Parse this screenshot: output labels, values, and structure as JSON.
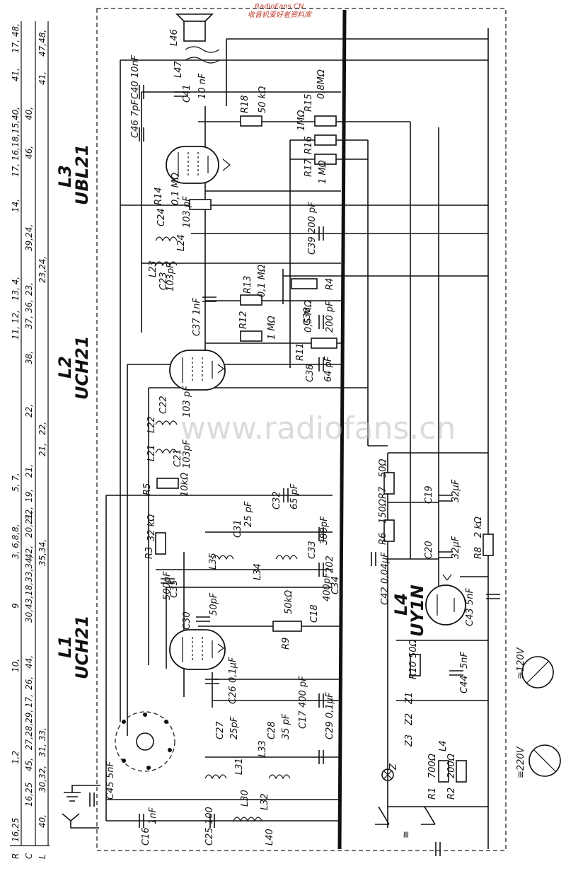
{
  "header": {
    "source_mark_top": "RadioFans.CN",
    "source_mark_sub": "收音机爱好者资料库"
  },
  "watermark": "www.radiofans.cn",
  "tubes": [
    {
      "ref": "L1",
      "type": "UCH21"
    },
    {
      "ref": "L2",
      "type": "UCH21"
    },
    {
      "ref": "L3",
      "type": "UBL21"
    },
    {
      "ref": "L4",
      "type": "UY1N"
    }
  ],
  "row_labels": {
    "r": "R",
    "c": "C",
    "l": "L"
  },
  "row_numbers": {
    "r": [
      "16,25",
      "1,2",
      "10,",
      "9",
      "3, 6,8,8,",
      "5, 7,",
      "11, 12,",
      "13, 4,",
      "14,",
      "17, 16,18,15,",
      "40,",
      "41,",
      "17, 48,"
    ],
    "c": [
      "16,25",
      "45,",
      "27,28,29,",
      "17,",
      "26,",
      "44,",
      "30,43,18,33,34,",
      "42,",
      "20,21,",
      "32,",
      "19,",
      "21,",
      "22,",
      "38,",
      "37, 36,",
      "23,",
      "39,24,",
      "46,",
      "40,"
    ],
    "l": [
      "40,",
      "30,32,",
      "31, 33,",
      "35,34,",
      "21,",
      "22,",
      "23,24,",
      "41,",
      "47,48,"
    ]
  },
  "components": {
    "c16": "C16",
    "c16_val": "1nF",
    "c25": "C25",
    "c25_val": "100",
    "c45": "C45",
    "c45_val": "5nF",
    "l40": "L40",
    "l30": "L30",
    "l32": "L32",
    "l31": "L31",
    "l33": "L33",
    "c27": "C27",
    "c27_val": "25pF",
    "c28": "C28",
    "c28_val": "35 pF",
    "c29": "C29",
    "c29_val": "0,1μF",
    "c17": "C17",
    "c17_val": "400 pF",
    "c26": "C26",
    "c26_val": "0,1μF",
    "r9": "R9",
    "r9_val": "50kΩ",
    "c30": "C30",
    "c30_val": "50pF",
    "c35": "C35",
    "c35_val": "500pF",
    "c18": "C18",
    "c18_val": "400pF",
    "c34": "C34",
    "c34_val": "202",
    "c33": "C33",
    "c33_val": "388pF",
    "c31": "C31",
    "c31_val": "25 pF",
    "c32": "C32",
    "c32_val": "65 pF",
    "l35": "L35",
    "l34": "L34",
    "r3": "R3",
    "r3_val": "32 kΩ",
    "r5": "R5",
    "r5_val": "10kΩ",
    "c21": "C21",
    "c21_val": "103pF",
    "l21": "L21",
    "l22": "L22",
    "c22": "C22",
    "c22_val": "103 pF",
    "c38": "C38",
    "c38_val": "64 pF",
    "r11": "R11",
    "r11_val": "0,5 MΩ",
    "r12": "R12",
    "r12_val": "1 MΩ",
    "c37": "C37",
    "c37_val": "1nF",
    "r13": "R13",
    "r13_val": "0,1 MΩ",
    "c36": "C36",
    "c36_val": "200 pF",
    "r4": "R4",
    "c23": "C23",
    "c23_val": "103pF",
    "l23": "L23",
    "l24": "L24",
    "c24": "C24",
    "c24_val": "103 pF",
    "c39": "C39",
    "c39_val": "200 pF",
    "r14": "R14",
    "r14_val": "0,1 MΩ",
    "c46": "C46",
    "c46_val": "7pF",
    "c40": "C40",
    "c40_val": "10nF",
    "c41": "C41",
    "c41_val": "10 nF",
    "r18": "R18",
    "r18_val": "50 kΩ",
    "r15": "R15",
    "r15_val": "0,8MΩ",
    "r16": "R16",
    "r16_val": "1MΩ",
    "r17": "R17",
    "r17_val": "1 MΩ",
    "l46": "L46",
    "l47": "L47",
    "r7": "R7",
    "r7_val": "50Ω",
    "r6": "R6",
    "r6_val": "150Ω",
    "c42": "C42",
    "c42_val": "0,04μF",
    "c19": "C19",
    "c19_val": "32μF",
    "c20": "C20",
    "c20_val": "32μF",
    "r8": "R8",
    "r8_val": "2 kΩ",
    "c43": "C43",
    "c43_val": "5nF",
    "c44": "C44",
    "c44_val": "5nF",
    "r10": "R10",
    "r10_val": "50Ω",
    "r1": "R1",
    "r1_val": "700Ω",
    "r2": "R2",
    "r2_val": "200Ω",
    "z1": "Z1",
    "z2": "Z2",
    "z3": "Z3",
    "l4": "L4",
    "ze": "Ż"
  },
  "selector": {
    "v120": "≅120V",
    "v220": "≅220V",
    "ac": "≅"
  }
}
